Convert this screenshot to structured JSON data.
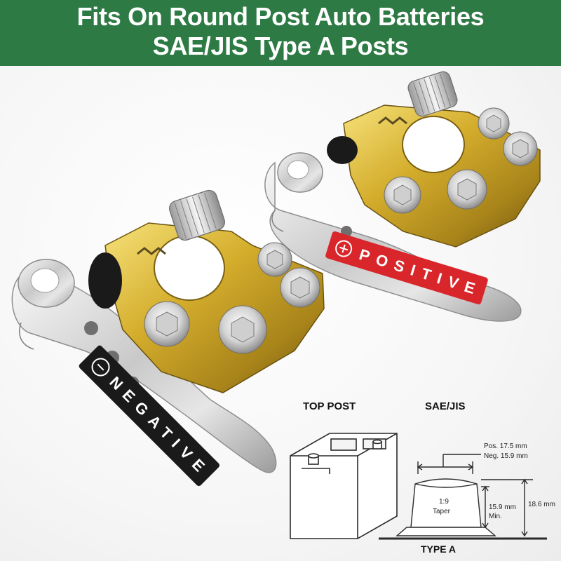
{
  "banner": {
    "line1": "Fits On Round Post Auto Batteries",
    "line2": "SAE/JIS Type A Posts",
    "color": "#2e7a45"
  },
  "terminals": {
    "negative": {
      "label": "NEGATIVE",
      "color": "#1a1a1a",
      "symbol": "minus-icon"
    },
    "positive": {
      "label": "POSITIVE",
      "color": "#d9262b",
      "symbol": "plus-icon"
    }
  },
  "diagram": {
    "top_post_title": "TOP POST",
    "sae_jis_title": "SAE/JIS",
    "pos_dim": "Pos. 17.5 mm",
    "neg_dim": "Neg. 15.9 mm",
    "taper_ratio": "1:9",
    "taper_word": "Taper",
    "min_height": "15.9 mm",
    "min_word": "Min.",
    "total_height": "18.6 mm",
    "type_label": "TYPE A"
  }
}
